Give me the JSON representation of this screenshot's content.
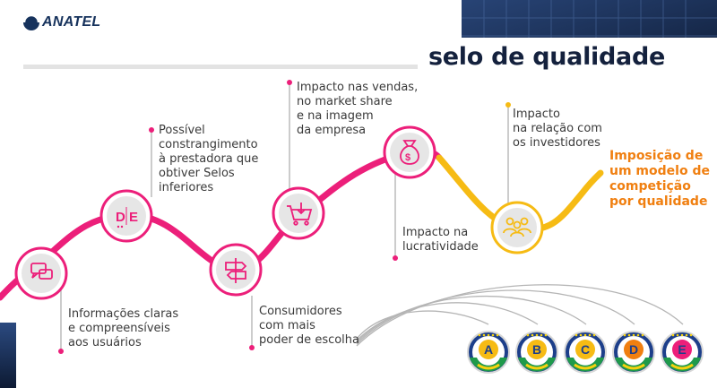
{
  "brand": {
    "name": "ANATEL"
  },
  "title": "selo de qualidade",
  "colors": {
    "pink": "#ec1f7a",
    "yellow": "#f6bb14",
    "orange": "#f07f10",
    "navy": "#14213d",
    "text": "#3a3a3a"
  },
  "milestones": [
    {
      "icon": "chat-bubbles-icon",
      "text": "Informações claras\ne compreensíveis\naos usuários"
    },
    {
      "icon": "d-e-letters-icon",
      "text": "Possível\nconstrangimento\nà prestadora que\nobtiver Selos\ninferiores",
      "icon_text": [
        "D",
        "E"
      ]
    },
    {
      "icon": "signpost-icon",
      "text": "Consumidores\ncom mais\npoder de escolha"
    },
    {
      "icon": "shopping-cart-icon",
      "text": "Impacto nas vendas,\nno market share\ne na imagem\nda empresa"
    },
    {
      "icon": "money-bag-icon",
      "text": "Impacto na\nlucratividade"
    },
    {
      "icon": "people-group-icon",
      "text": "Impacto\nna relação com\nos investidores"
    }
  ],
  "conclusion": "Imposição de\num modelo de\ncompetição\npor qualidade",
  "seals": [
    {
      "letter": "A",
      "color": "#f6bb14"
    },
    {
      "letter": "B",
      "color": "#f6bb14"
    },
    {
      "letter": "C",
      "color": "#f6bb14"
    },
    {
      "letter": "D",
      "color": "#f07f10"
    },
    {
      "letter": "E",
      "color": "#ec1f7a"
    }
  ]
}
